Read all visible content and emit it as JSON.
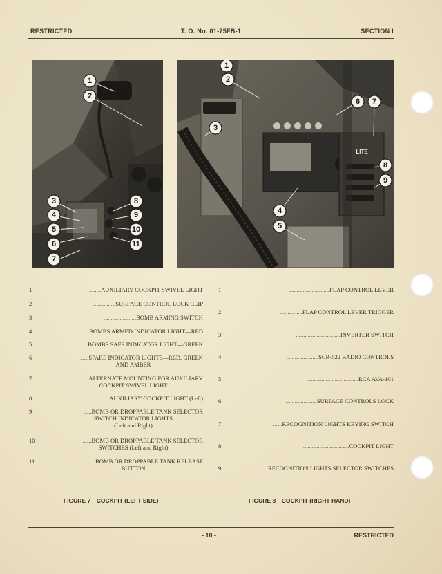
{
  "header": {
    "left": "RESTRICTED",
    "center": "T. O. No. 01-75FB-1",
    "right": "SECTION I"
  },
  "figure7": {
    "caption": "FIGURE 7—COCKPIT (LEFT SIDE)",
    "callouts": [
      "1",
      "2",
      "3",
      "4",
      "5",
      "6",
      "7",
      "8",
      "9",
      "10",
      "11"
    ],
    "items": [
      {
        "num": "1",
        "dots": "........",
        "text": "AUXILIARY COCKPIT SWIVEL LIGHT",
        "sub": ""
      },
      {
        "num": "2",
        "dots": "...............",
        "text": "SURFACE CONTROL LOCK CLIP",
        "sub": ""
      },
      {
        "num": "3",
        "dots": "......................",
        "text": "BOMB ARMING SWITCH",
        "sub": ""
      },
      {
        "num": "4",
        "dots": "...",
        "text": "BOMBS ARMED INDICATOR LIGHT—RED",
        "sub": ""
      },
      {
        "num": "5",
        "dots": "....",
        "text": "BOMBS SAFE INDICATOR LIGHT—GREEN",
        "sub": ""
      },
      {
        "num": "6",
        "dots": ".....",
        "text": "SPARE INDICATOR LIGHTS—RED, GREEN",
        "sub": "AND AMBER"
      },
      {
        "num": "7",
        "dots": "....",
        "text": "ALTERNATE MOUNTING FOR AUXILIARY",
        "sub": "COCKPIT SWIVEL LIGHT"
      },
      {
        "num": "8",
        "dots": "...........",
        "text": "AUXILIARY COCKPIT LIGHT (Left)",
        "sub": ""
      },
      {
        "num": "9",
        "dots": ".....",
        "text": "BOMB OR DROPPABLE TANK SELECTOR",
        "sub": "SWITCH INDICATOR LIGHTS",
        "sub2": "(Left and Right)"
      },
      {
        "num": "10",
        "dots": "......",
        "text": "BOMB OR DROPPABLE TANK SELECTOR",
        "sub": "SWITCHES (Left and Right)"
      },
      {
        "num": "11",
        "dots": "........",
        "text": "BOMB OR DROPPABLE TANK RELEASE",
        "sub": "BUTTON"
      }
    ]
  },
  "figure8": {
    "caption": "FIGURE 8—COCKPIT (RIGHT HAND)",
    "callouts": [
      "1",
      "2",
      "3",
      "4",
      "5",
      "6",
      "7",
      "8",
      "9"
    ],
    "lite_label": "LITE",
    "items": [
      {
        "num": "1",
        "dots": "...........................",
        "text": "FLAP CONTROL LEVER"
      },
      {
        "num": "2",
        "dots": "...............",
        "text": "FLAP CONTROL LEVER TRIGGER"
      },
      {
        "num": "3",
        "dots": "..............................",
        "text": "INVERTER SWITCH"
      },
      {
        "num": "4",
        "dots": ".....................",
        "text": "SCR-522 RADIO CONTROLS"
      },
      {
        "num": "5",
        "dots": "...................................",
        "text": "RCA AVA-101"
      },
      {
        "num": "6",
        "dots": ".....................",
        "text": "SURFACE CONTROLS LOCK"
      },
      {
        "num": "7",
        "dots": "......",
        "text": "RECOGNITION LIGHTS KEYING SWITCH"
      },
      {
        "num": "8",
        "dots": "...............................",
        "text": "COCKPIT LIGHT"
      },
      {
        "num": "9",
        "dots": ".",
        "text": "RECOGNITION LIGHTS SELECTOR SWITCHES"
      }
    ]
  },
  "footer": {
    "page": "- 10 -",
    "right": "RESTRICTED"
  }
}
